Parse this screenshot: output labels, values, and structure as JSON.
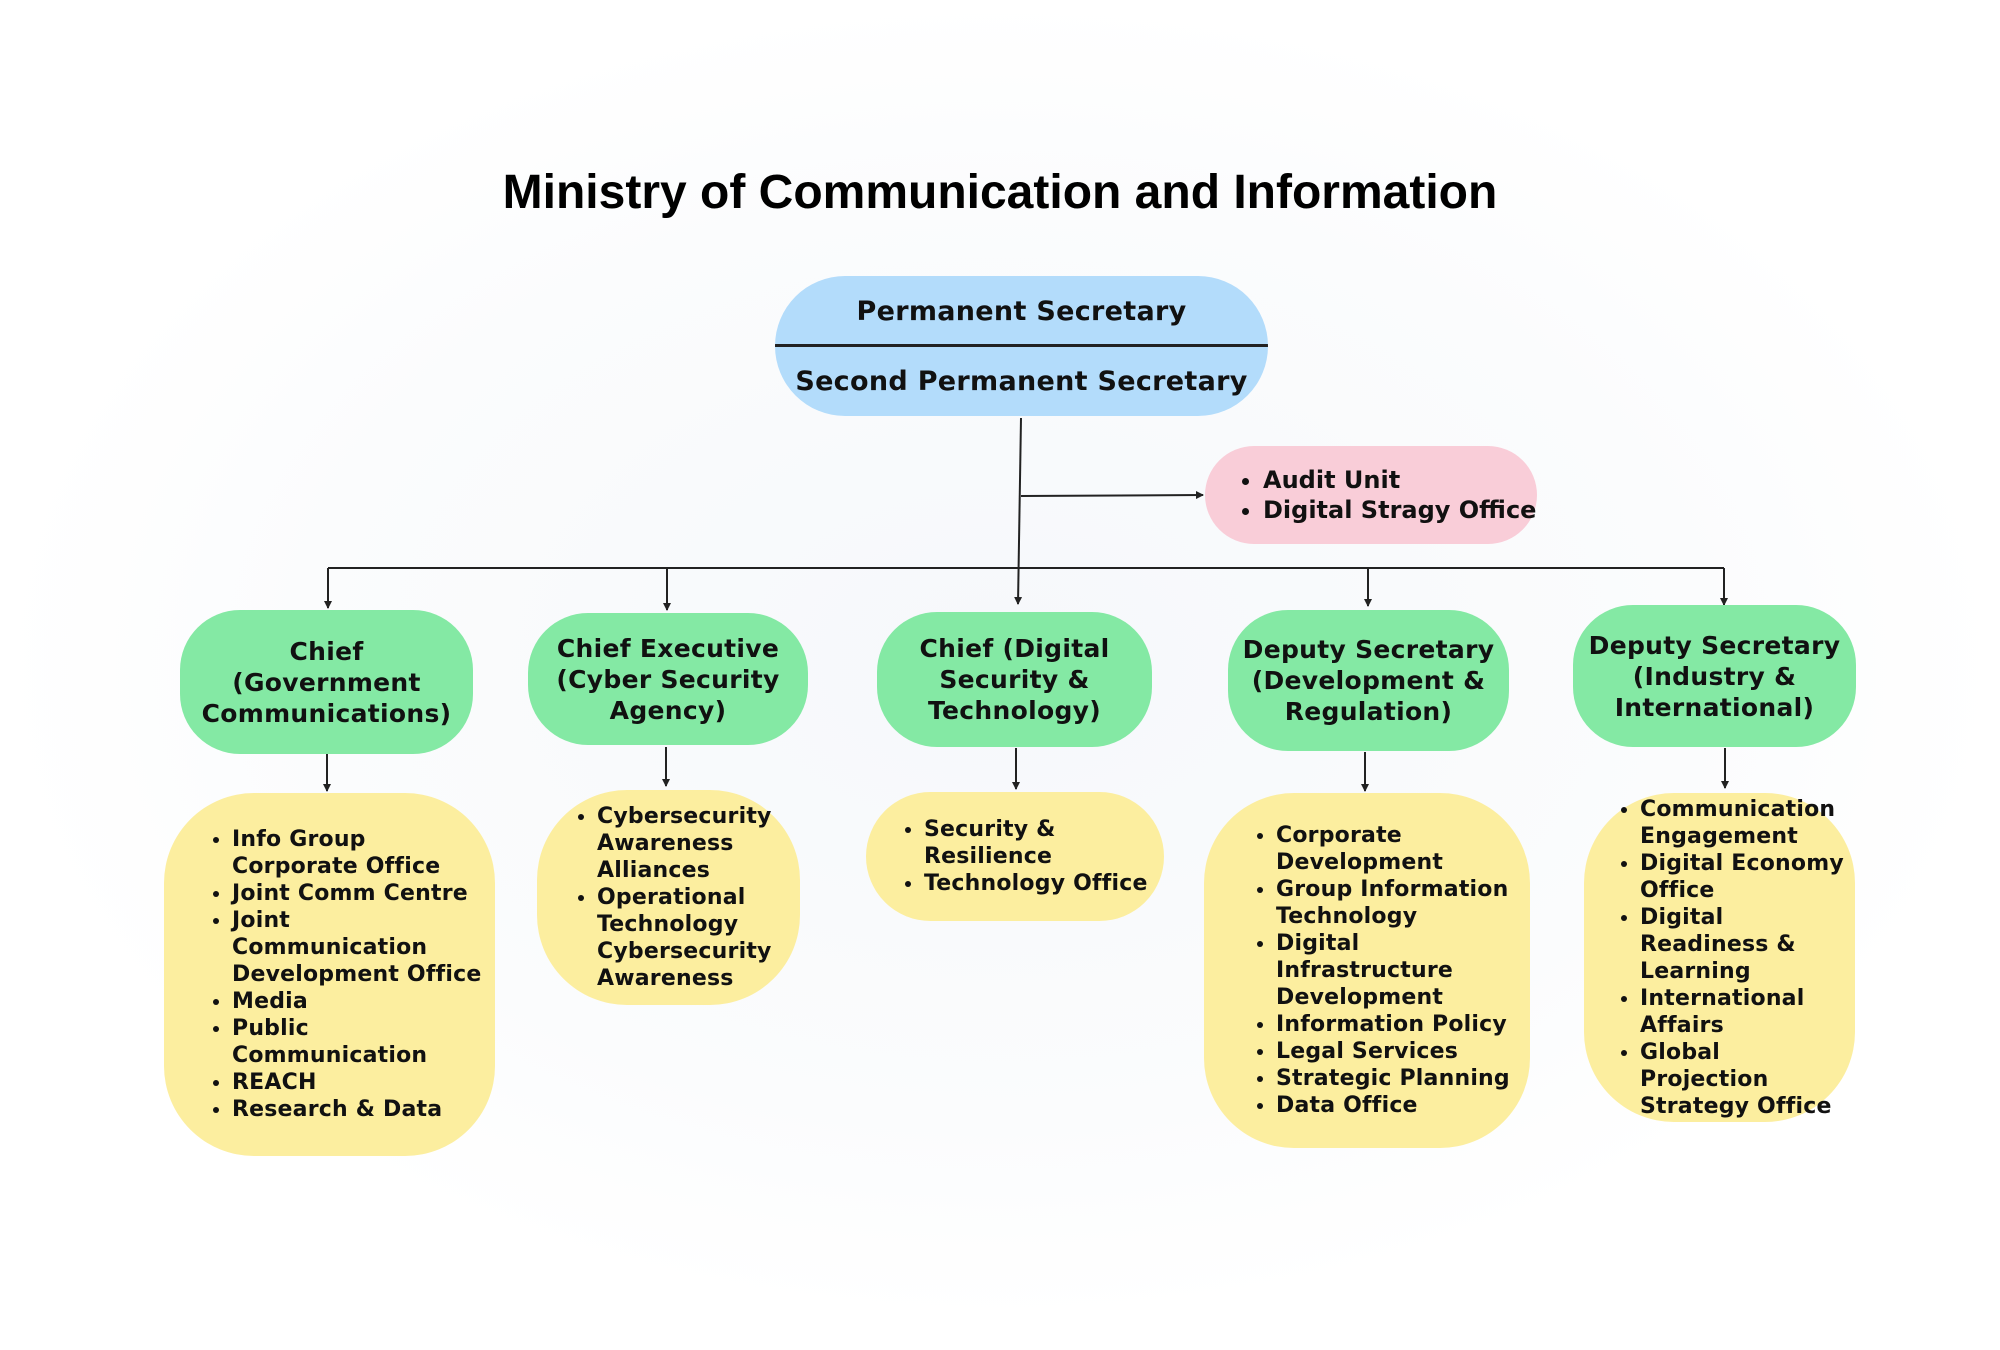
{
  "title": "Ministry of Communication and Information",
  "root": {
    "line1": "Permanent Secretary",
    "line2": "Second Permanent Secretary"
  },
  "side_units": [
    "Audit Unit",
    "Digital Stragy Office"
  ],
  "branches": [
    {
      "title": "Chief\n(Government\nCommunications)",
      "units": [
        "Info Group Corporate Office",
        "Joint Comm Centre",
        "Joint Communication Development Office",
        "Media",
        "Public Communication",
        "REACH",
        "Research & Data"
      ]
    },
    {
      "title": "Chief Executive\n(Cyber Security\nAgency)",
      "units": [
        "Cybersecurity Awareness Alliances",
        "Operational Technology Cybersecurity Awareness"
      ]
    },
    {
      "title": "Chief (Digital\nSecurity &\nTechnology)",
      "units": [
        "Security & Resilience",
        "Technology Office"
      ]
    },
    {
      "title": "Deputy Secretary\n(Development &\nRegulation)",
      "units": [
        "Corporate Development",
        "Group Information Technology",
        "Digital Infrastructure Development",
        "Information Policy",
        "Legal Services",
        "Strategic Planning",
        "Data Office"
      ]
    },
    {
      "title": "Deputy Secretary\n(Industry &\nInternational)",
      "units": [
        "Communication Engagement",
        "Digital Economy Office",
        "Digital Readiness & Learning",
        "International Affairs",
        "Global Projection Strategy Office"
      ]
    }
  ],
  "colors": {
    "root": "#b3dcfb",
    "side": "#f9cdd8",
    "executive": "#84e9a4",
    "units": "#fcee9f",
    "connector": "#222222"
  }
}
